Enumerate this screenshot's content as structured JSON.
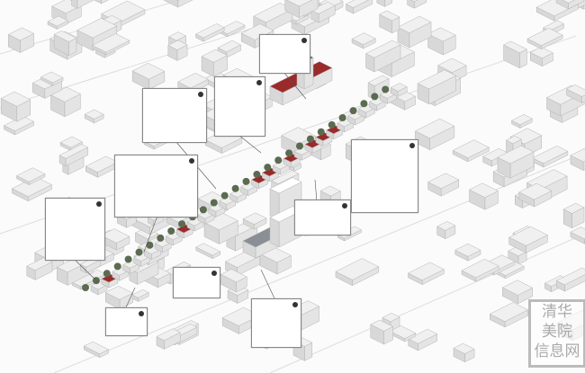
{
  "watermark": {
    "line1": "清华",
    "line2": "美院",
    "line3": "信息网"
  },
  "colors": {
    "building": "#f0f0f0",
    "edge": "#b5b5b5",
    "accent": "#9b2a2a",
    "tree": "#5b6b50",
    "dark": "#555"
  },
  "callouts": [
    {
      "id": "1"
    },
    {
      "id": "2"
    },
    {
      "id": "3"
    },
    {
      "id": "4"
    },
    {
      "id": "5"
    },
    {
      "id": "6"
    },
    {
      "id": "7"
    },
    {
      "id": "8"
    },
    {
      "id": "9"
    },
    {
      "id": "10"
    }
  ]
}
